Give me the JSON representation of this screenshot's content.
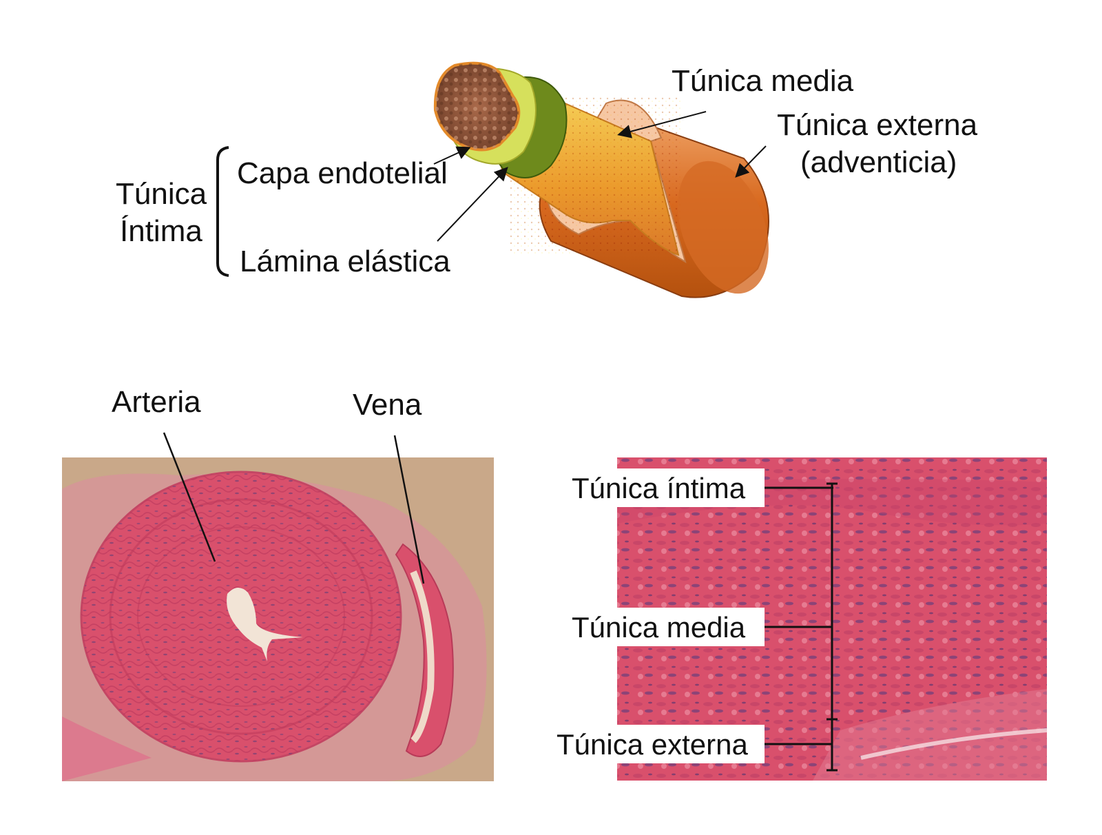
{
  "top_diagram": {
    "intima_group": {
      "line1": "Túnica",
      "line2": "Íntima"
    },
    "capa_endotelial": "Capa endotelial",
    "lamina_elastica": "Lámina elástica",
    "tunica_media": "Túnica media",
    "tunica_externa": {
      "line1": "Túnica externa",
      "line2": "(adventicia)"
    }
  },
  "micrograph_left": {
    "arteria": "Arteria",
    "vena": "Vena"
  },
  "micrograph_right": {
    "tunica_intima": "Túnica íntima",
    "tunica_media": "Túnica media",
    "tunica_externa": "Túnica externa"
  },
  "colors": {
    "tissue_pink": "#d9506c",
    "tissue_dark": "#b83a58",
    "background_tan": "#c9a889",
    "vessel_orange": "#e07a2a",
    "adventitia": "#d86a28",
    "intima_green": "#6e8a1c",
    "lumen_brown": "#8a5236"
  }
}
